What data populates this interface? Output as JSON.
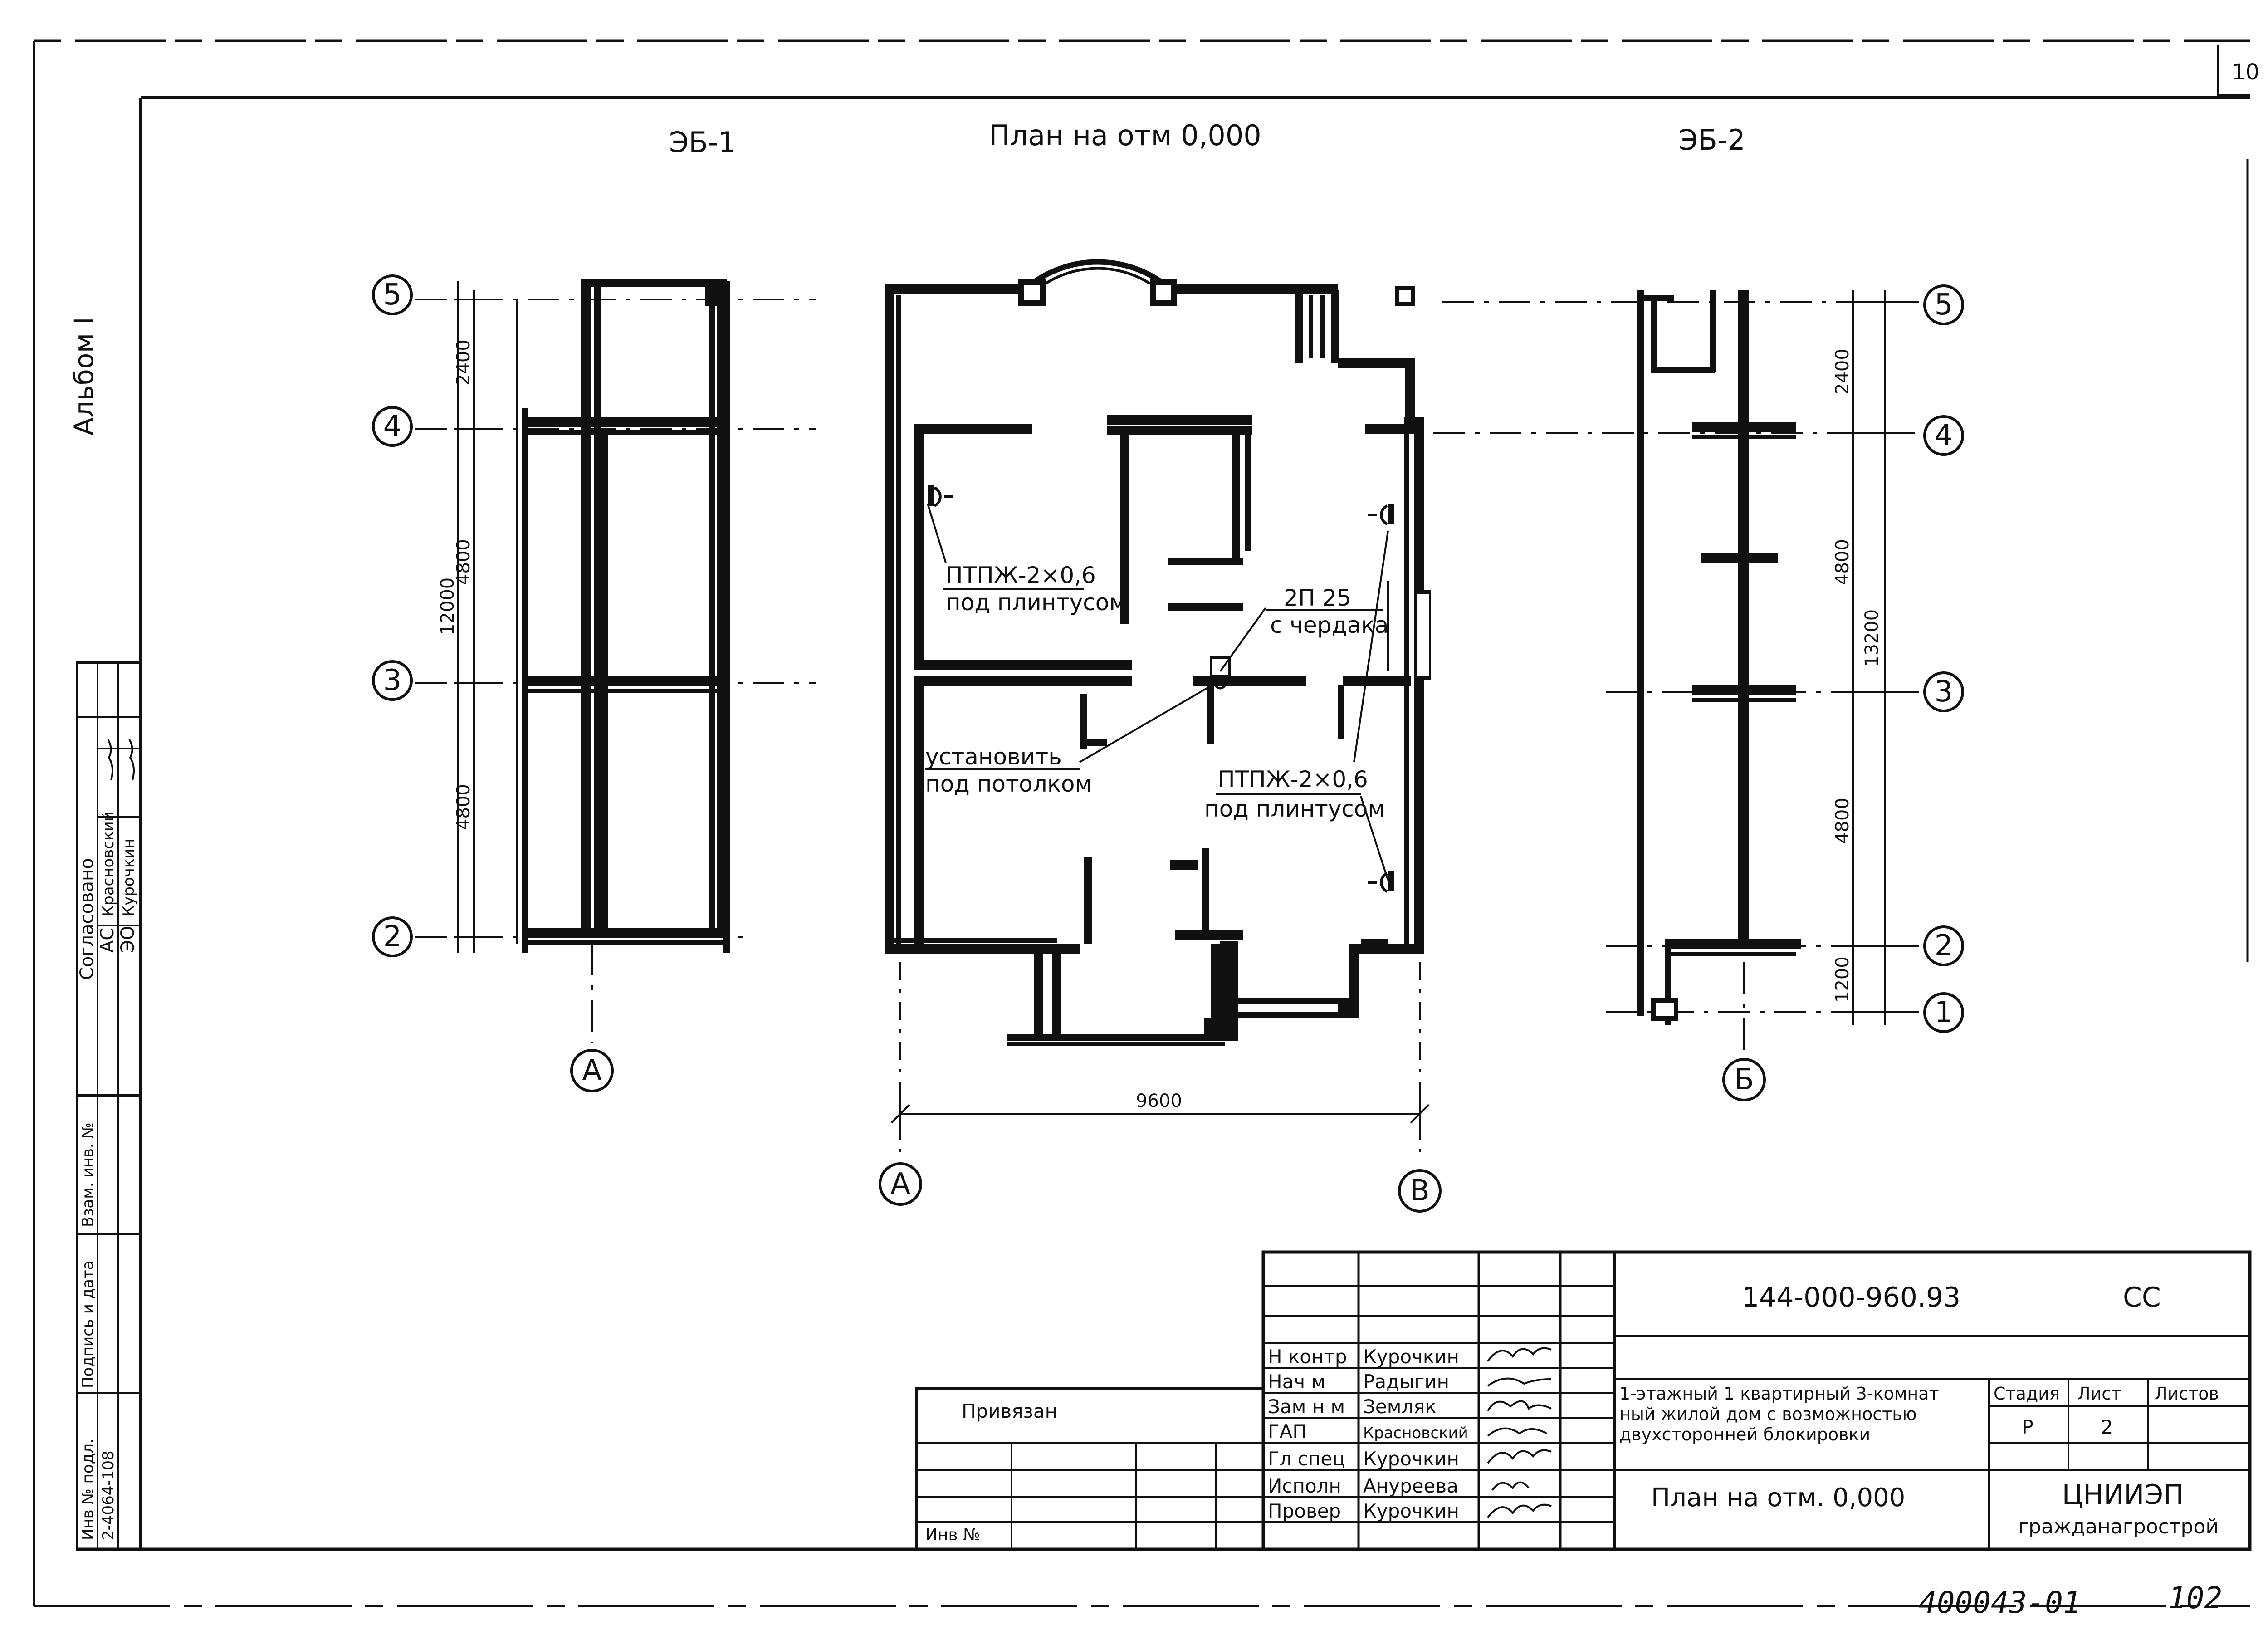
{
  "sheet": {
    "sheet_corner_number": "10",
    "album_label": "Альбом I",
    "plan_title": "План на отм 0,000",
    "elevation_left_title": "ЭБ-1",
    "elevation_right_title": "ЭБ-2",
    "handwritten_code": "400043-01",
    "handwritten_page": "102"
  },
  "plan": {
    "notes": {
      "cable_1_line1": "ПТПЖ-2×0,6",
      "cable_1_line2": "под плинтусом",
      "cable_2_line1": "2П 25",
      "cable_2_line2": "с чердака",
      "install_line1": "установить",
      "install_line2": "под потолком",
      "cable_3_line1": "ПТПЖ-2×0,6",
      "cable_3_line2": "под плинтусом"
    },
    "dimension_width": "9600",
    "axis_a": "А",
    "axis_v": "В"
  },
  "elevation_left": {
    "axes": [
      "5",
      "4",
      "3",
      "2"
    ],
    "axis_bottom": "А",
    "dims": [
      "2400",
      "4800",
      "4800"
    ],
    "total_dim": "12000"
  },
  "elevation_right": {
    "axes": [
      "5",
      "4",
      "3",
      "2",
      "1"
    ],
    "axis_bottom": "Б",
    "dims": [
      "2400",
      "4800",
      "4800",
      "1200"
    ],
    "total_dim": "13200"
  },
  "approval": {
    "title": "Согласовано",
    "rows": [
      {
        "dept": "АС",
        "name": "Красновский"
      },
      {
        "dept": "ЭО",
        "name": "Курочкин"
      }
    ],
    "inv_fields": [
      "Инв № подл.",
      "Подпись и дата",
      "Взам. инв. №"
    ],
    "inv_value": "2-4064-108"
  },
  "title_block": {
    "doc_code": "144-000-960.93",
    "doc_mark": "СС",
    "bound_label": "Привязан",
    "inv_label": "Инв №",
    "roles": [
      {
        "role": "Н контр",
        "name": "Курочкин"
      },
      {
        "role": "Нач м",
        "name": "Радыгин"
      },
      {
        "role": "Зам н м",
        "name": "Земляк"
      },
      {
        "role": "ГАП",
        "name": "Красновский"
      },
      {
        "role": "Гл спец",
        "name": "Курочкин"
      },
      {
        "role": "Исполн",
        "name": "Ануреева"
      },
      {
        "role": "Провер",
        "name": "Курочкин"
      }
    ],
    "description_line1": "1-этажный 1 квартирный 3-комнат",
    "description_line2": "ный жилой дом с возможностью",
    "description_line3": "двухсторонней блокировки",
    "stage_header": "Стадия",
    "sheet_header": "Лист",
    "sheets_header": "Листов",
    "stage_value": "Р",
    "sheet_value": "2",
    "sheet_name": "План на отм. 0,000",
    "org_line1": "ЦНИИЭП",
    "org_line2": "гражданагрострой"
  }
}
